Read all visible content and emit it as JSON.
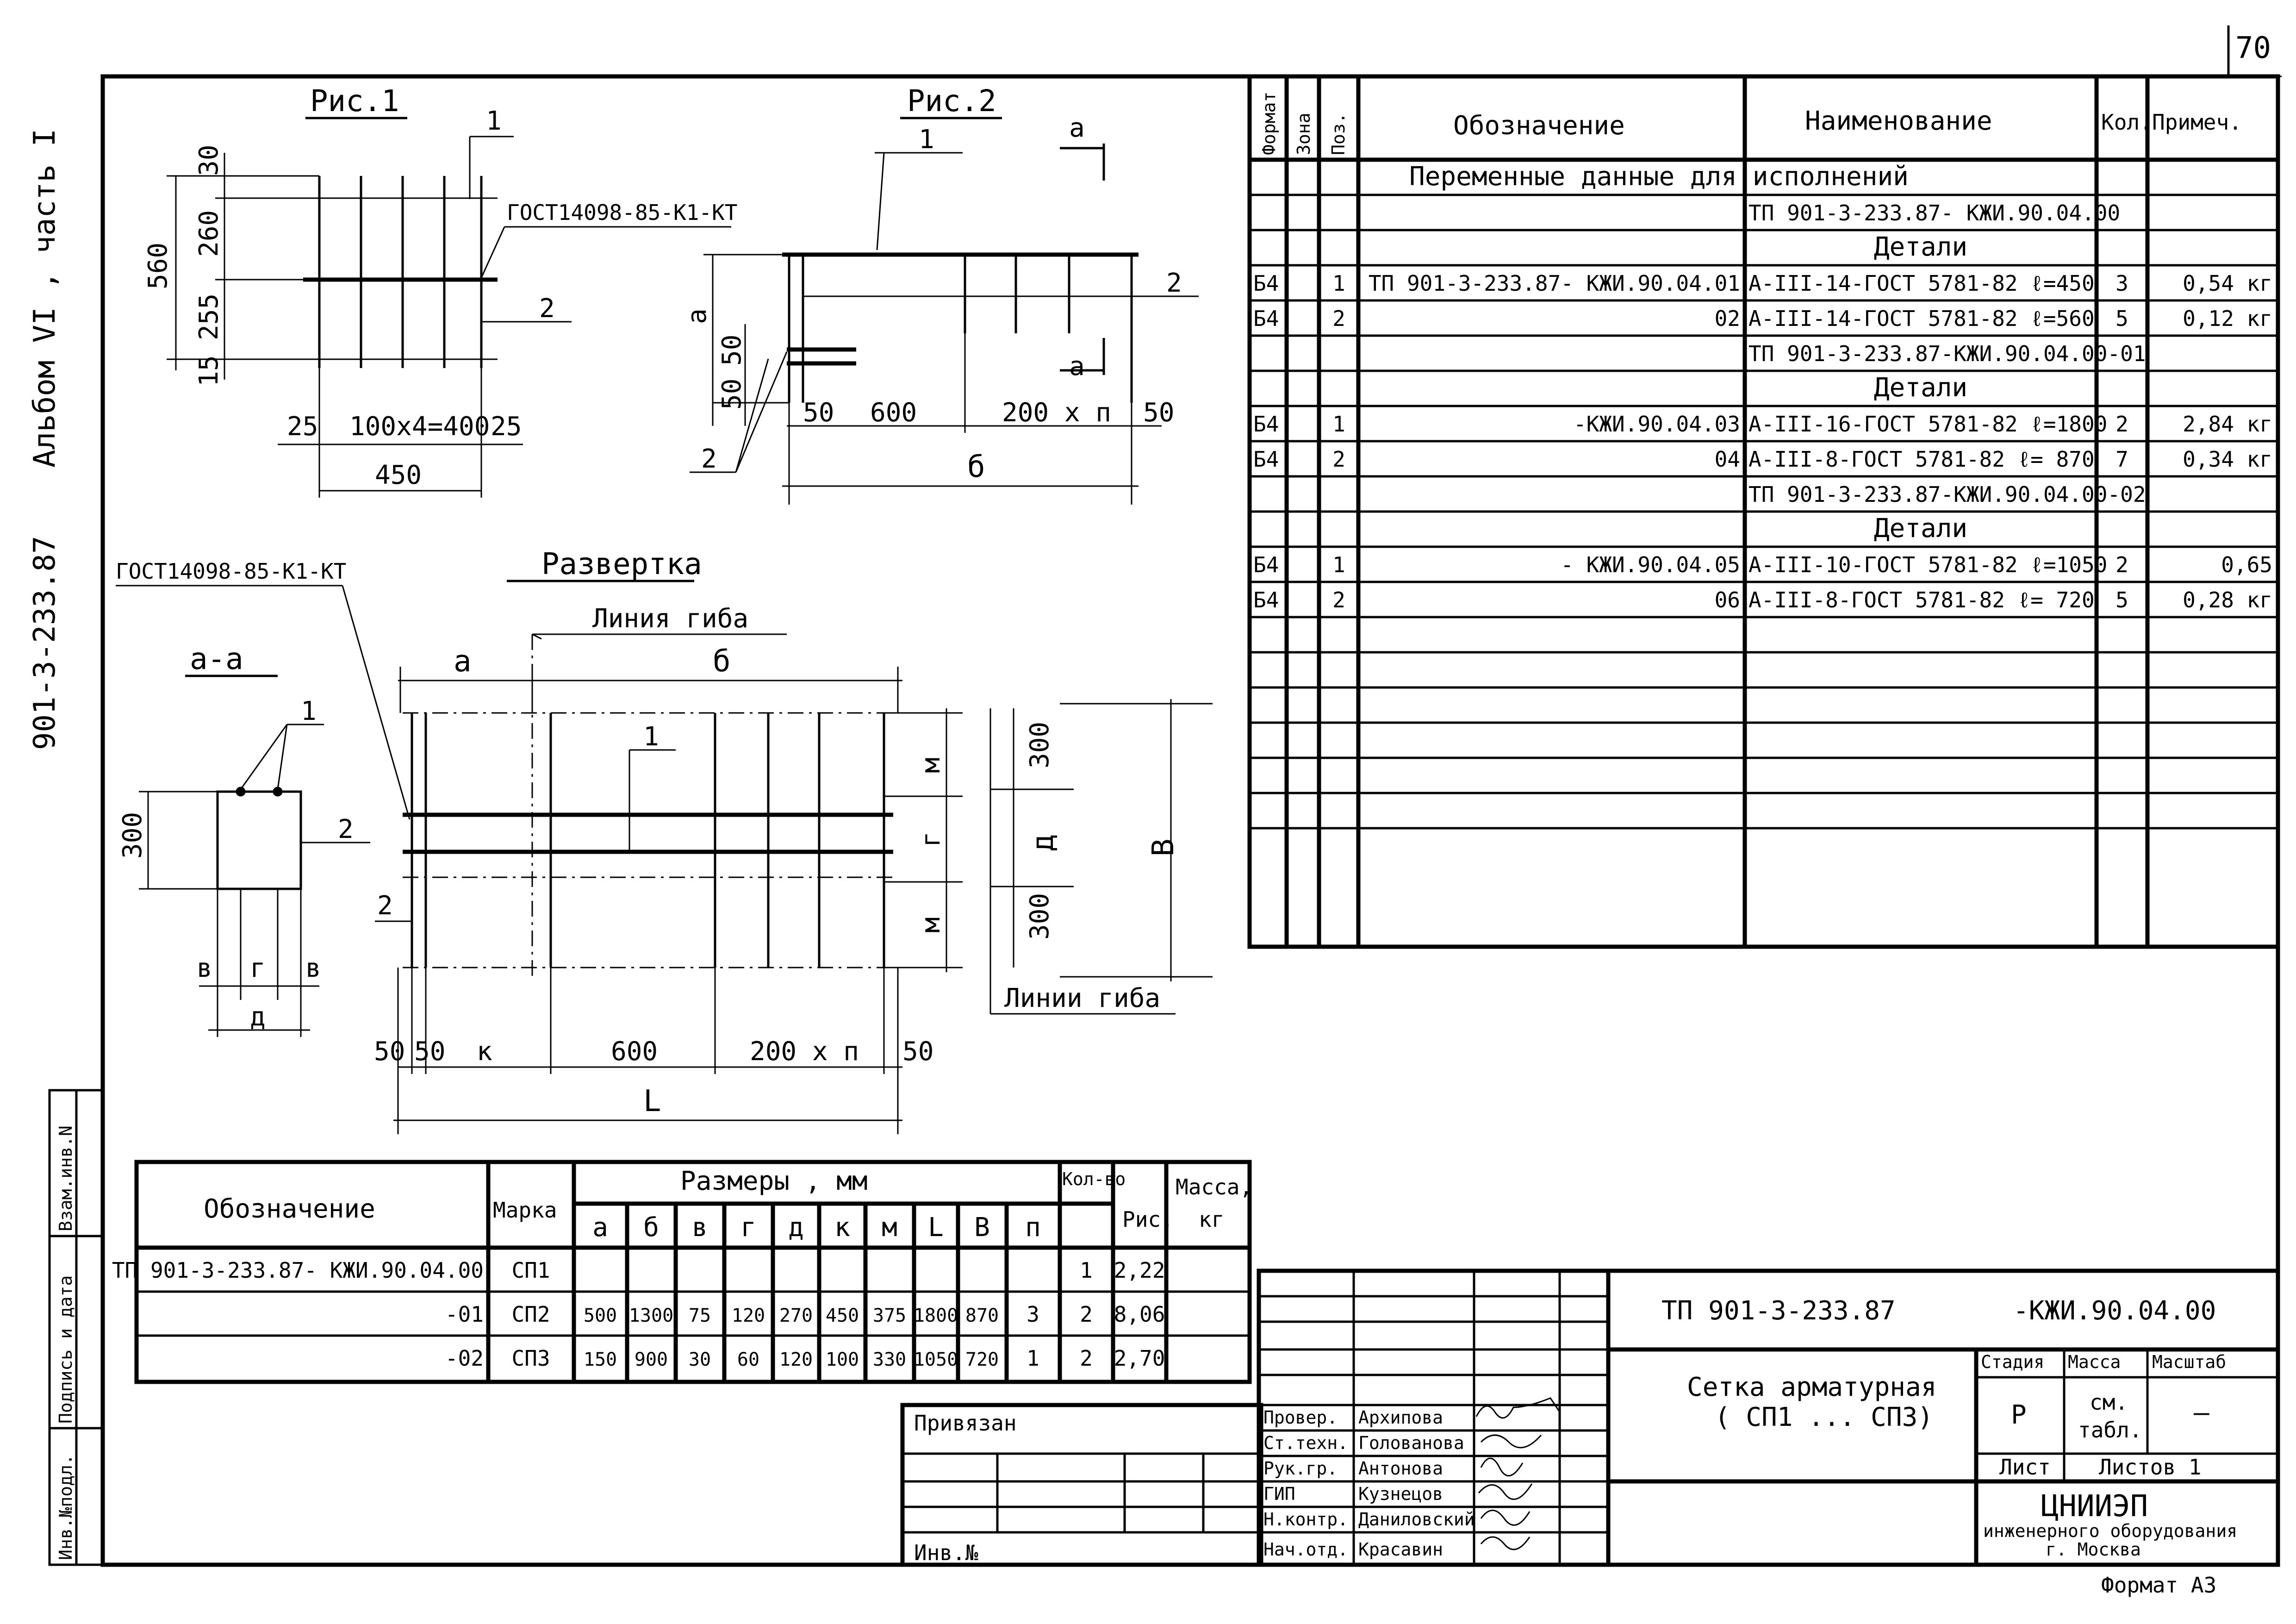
{
  "page_number": "70",
  "margin": {
    "album": "Альбом VI , часть I",
    "code": "901-3-233.87"
  },
  "side_stamp": [
    "Взам.инв.N",
    "Подпись и дата",
    "Инв.№подл."
  ],
  "fig1": {
    "title": "Рис.1",
    "dims": [
      "560",
      "30",
      "260",
      "255",
      "15",
      "25",
      "100x4=400",
      "25",
      "450"
    ],
    "labels": [
      "1",
      "ГОСТ14098-85-К1-КТ",
      "2"
    ]
  },
  "fig2": {
    "title": "Рис.2",
    "dims": [
      "а",
      "50",
      "50",
      "50",
      "600",
      "200 x п",
      "50",
      "б"
    ],
    "labels": [
      "1",
      "а",
      "2",
      "а",
      "2"
    ]
  },
  "section": {
    "title": "а-а",
    "dims": [
      "300",
      "в",
      "г",
      "в",
      "д"
    ],
    "labels": [
      "1",
      "2"
    ]
  },
  "development": {
    "title": "Развертка",
    "labels": [
      "Линия гиба",
      "ГОСТ14098-85-К1-КТ",
      "1",
      "2",
      "Линии гиба"
    ],
    "dims": [
      "а",
      "б",
      "м",
      "г",
      "м",
      "300",
      "д",
      "300",
      "В",
      "50",
      "50",
      "к",
      "600",
      "200 x п",
      "50",
      "L"
    ]
  },
  "spec": {
    "headers": [
      "Формат",
      "Зона",
      "Поз.",
      "Обозначение",
      "Наименование",
      "Кол.",
      "Примеч."
    ],
    "section_title": "Переменные данные для исполнений",
    "rows": [
      {
        "f": "",
        "p": "",
        "o": "",
        "n": "ТП 901-3-233.87- КЖИ.90.04.00",
        "k": "",
        "m": ""
      },
      {
        "f": "",
        "p": "",
        "o": "",
        "n": "Детали",
        "k": "",
        "m": ""
      },
      {
        "f": "Б4",
        "p": "1",
        "o": "ТП 901-3-233.87- КЖИ.90.04.01",
        "n": "А-III-14-ГОСТ 5781-82  ℓ=450",
        "k": "3",
        "m": "0,54 кг"
      },
      {
        "f": "Б4",
        "p": "2",
        "o": "02",
        "n": "А-III-14-ГОСТ 5781-82  ℓ=560",
        "k": "5",
        "m": "0,12 кг"
      },
      {
        "f": "",
        "p": "",
        "o": "",
        "n": "ТП 901-3-233.87-КЖИ.90.04.00-01",
        "k": "",
        "m": ""
      },
      {
        "f": "",
        "p": "",
        "o": "",
        "n": "Детали",
        "k": "",
        "m": ""
      },
      {
        "f": "Б4",
        "p": "1",
        "o": "-КЖИ.90.04.03",
        "n": "А-III-16-ГОСТ 5781-82  ℓ=1800",
        "k": "2",
        "m": "2,84 кг"
      },
      {
        "f": "Б4",
        "p": "2",
        "o": "04",
        "n": "А-III-8-ГОСТ 5781-82  ℓ= 870",
        "k": "7",
        "m": "0,34 кг"
      },
      {
        "f": "",
        "p": "",
        "o": "",
        "n": "ТП 901-3-233.87-КЖИ.90.04.00-02",
        "k": "",
        "m": ""
      },
      {
        "f": "",
        "p": "",
        "o": "",
        "n": "Детали",
        "k": "",
        "m": ""
      },
      {
        "f": "Б4",
        "p": "1",
        "o": "- КЖИ.90.04.05",
        "n": "А-III-10-ГОСТ 5781-82  ℓ=1050",
        "k": "2",
        "m": "0,65"
      },
      {
        "f": "Б4",
        "p": "2",
        "o": "06",
        "n": "А-III-8-ГОСТ 5781-82  ℓ= 720",
        "k": "5",
        "m": "0,28 кг"
      },
      {
        "f": "",
        "p": "",
        "o": "",
        "n": "",
        "k": "",
        "m": ""
      },
      {
        "f": "",
        "p": "",
        "o": "",
        "n": "",
        "k": "",
        "m": ""
      },
      {
        "f": "",
        "p": "",
        "o": "",
        "n": "",
        "k": "",
        "m": ""
      },
      {
        "f": "",
        "p": "",
        "o": "",
        "n": "",
        "k": "",
        "m": ""
      },
      {
        "f": "",
        "p": "",
        "o": "",
        "n": "",
        "k": "",
        "m": ""
      },
      {
        "f": "",
        "p": "",
        "o": "",
        "n": "",
        "k": "",
        "m": ""
      }
    ]
  },
  "dims_table": {
    "headers": [
      "Обозначение",
      "Марка",
      "Размеры , мм",
      "Кол-во",
      "Рис.",
      "Масса,",
      "кг"
    ],
    "sub_headers": [
      "а",
      "б",
      "в",
      "г",
      "д",
      "к",
      "м",
      "L",
      "В",
      "п"
    ],
    "rows": [
      [
        "ТП 901-3-233.87- КЖИ.90.04.00",
        "СП1",
        "",
        "",
        "",
        "",
        "",
        "",
        "",
        "",
        "",
        "",
        "1",
        "2,22"
      ],
      [
        "-01",
        "СП2",
        "500",
        "1300",
        "75",
        "120",
        "270",
        "450",
        "375",
        "1800",
        "870",
        "3",
        "2",
        "8,06"
      ],
      [
        "-02",
        "СП3",
        "150",
        "900",
        "30",
        "60",
        "120",
        "100",
        "330",
        "1050",
        "720",
        "1",
        "2",
        "2,70"
      ]
    ]
  },
  "title_block": {
    "privyazan": "Привязан",
    "inv": "Инв.№",
    "roles": [
      "Провер.",
      "Ст.техн.",
      "Рук.гр.",
      "ГИП",
      "Н.контр.",
      "Нач.отд."
    ],
    "names": [
      "Архипова",
      "Голованова",
      "Антонова",
      "Кузнецов",
      "Даниловский",
      "Красавин"
    ],
    "code": "ТП 901-3-233.87",
    "code_suffix": "-КЖИ.90.04.00",
    "name_1": "Сетка арматурная",
    "name_2": "( СП1 ... СП3)",
    "stadia_label": "Стадия",
    "massa_label": "Масса",
    "masshtab_label": "Масштаб",
    "stadia": "Р",
    "massa_1": "см.",
    "massa_2": "табл.",
    "masshtab": "—",
    "list_label": "Лист",
    "listov_label": "Листов 1",
    "org_1": "ЦНИИЭП",
    "org_2": "инженерного оборудования",
    "org_3": "г. Москва",
    "format": "Формат А3"
  }
}
